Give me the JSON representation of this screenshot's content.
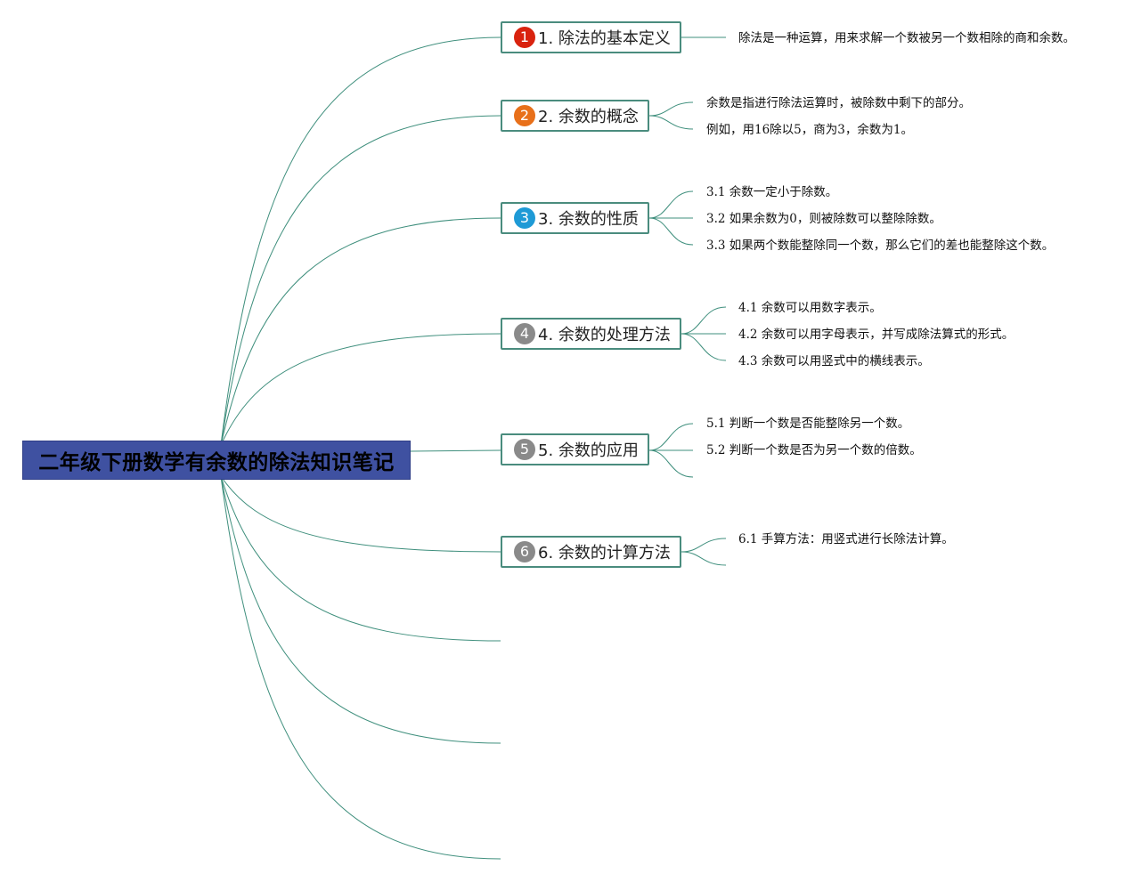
{
  "root": {
    "title": "二年级下册数学有余数的除法知识笔记"
  },
  "topics": [
    {
      "number": "1",
      "label": "1. 除法的基本定义",
      "badge_color": "#d9230f",
      "details": [
        "除法是一种运算，用来求解一个数被另一个数相除的商和余数。"
      ]
    },
    {
      "number": "2",
      "label": "2. 余数的概念",
      "badge_color": "#e8701a",
      "details": [
        "余数是指进行除法运算时，被除数中剩下的部分。",
        "例如，用16除以5，商为3，余数为1。"
      ]
    },
    {
      "number": "3",
      "label": "3. 余数的性质",
      "badge_color": "#1e9ad6",
      "details": [
        "3.1 余数一定小于除数。",
        "3.2 如果余数为0，则被除数可以整除除数。",
        "3.3 如果两个数能整除同一个数，那么它们的差也能整除这个数。"
      ]
    },
    {
      "number": "4",
      "label": "4. 余数的处理方法",
      "badge_color": "#8a8a8a",
      "details": [
        "4.1 余数可以用数字表示。",
        "4.2 余数可以用字母表示，并写成除法算式的形式。",
        "4.3 余数可以用竖式中的横线表示。"
      ]
    },
    {
      "number": "5",
      "label": "5. 余数的应用",
      "badge_color": "#8a8a8a",
      "details": [
        "5.1 判断一个数是否能整除另一个数。",
        "5.2 判断一个数是否为另一个数的倍数。"
      ]
    },
    {
      "number": "6",
      "label": "6. 余数的计算方法",
      "badge_color": "#8a8a8a",
      "details": [
        "6.1 手算方法：用竖式进行长除法计算。"
      ]
    }
  ]
}
